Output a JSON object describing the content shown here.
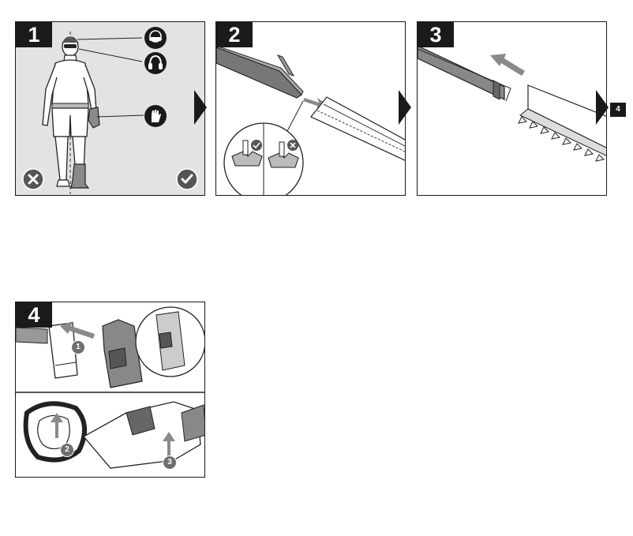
{
  "steps": [
    {
      "number": "1"
    },
    {
      "number": "2"
    },
    {
      "number": "3"
    },
    {
      "number": "4"
    }
  ],
  "page_reference": "4",
  "step4_callouts": [
    "1",
    "2",
    "3"
  ],
  "icons": {
    "protection": [
      "safety-glasses-icon",
      "ear-protection-icon",
      "gloves-icon"
    ],
    "status": [
      "incorrect-icon",
      "correct-icon"
    ]
  },
  "colors": {
    "label_background": "#1a1a1a",
    "panel1_background": "#e3e3e3",
    "callout_gray": "#6f6f6f",
    "arrow_gray": "#8a8a8a"
  }
}
